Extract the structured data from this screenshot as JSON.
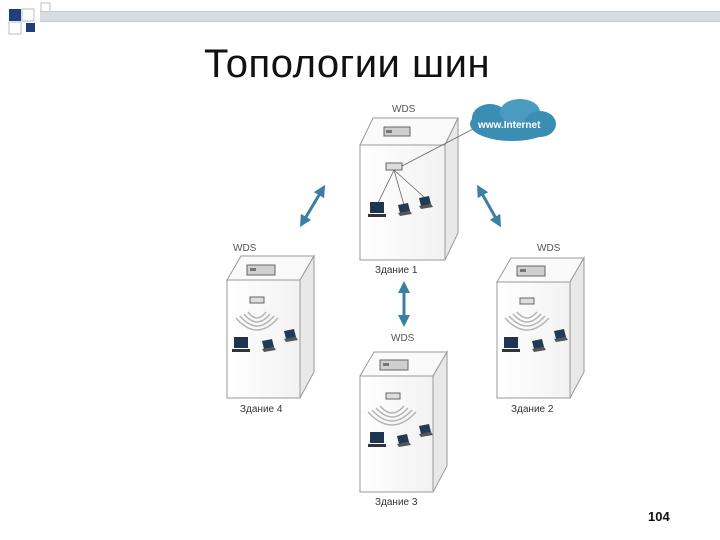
{
  "slide": {
    "title": "Топологии шин",
    "page_number": "104"
  },
  "diagram": {
    "cloud_label": "www.Internet",
    "buildings": [
      {
        "wds_label": "WDS",
        "name": "Здание 1"
      },
      {
        "wds_label": "WDS",
        "name": "Здание 2"
      },
      {
        "wds_label": "WDS",
        "name": "Здание 3"
      },
      {
        "wds_label": "WDS",
        "name": "Здание 4"
      }
    ]
  },
  "colors": {
    "accent": "#1f3f7a",
    "link_arrow": "#3b7fa3",
    "cloud": "#3a8db3",
    "line": "#d9dce0"
  }
}
